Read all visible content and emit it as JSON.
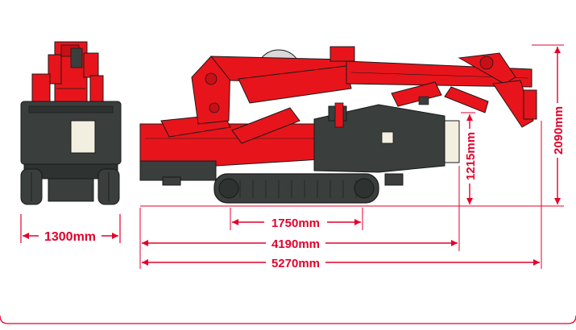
{
  "colors": {
    "accent": "#e4002b",
    "boom_red": "#e8141b",
    "body_dark": "#3a3e3d",
    "outline": "#1a1a1a",
    "panel_light": "#f3efe0"
  },
  "dimensions": {
    "front_width": "1300mm",
    "track_length": "1750mm",
    "body_length": "4190mm",
    "total_length": "5270mm",
    "deck_height": "1215mm",
    "total_height": "2090mm"
  }
}
